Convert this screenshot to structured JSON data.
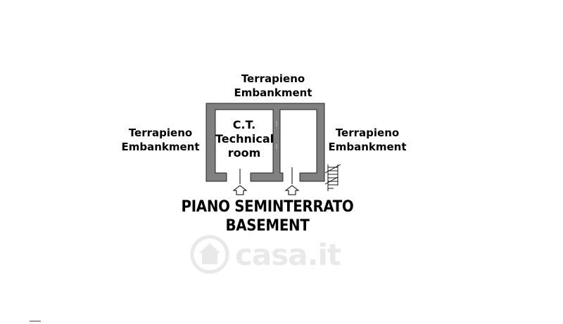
{
  "embankment_top": {
    "line1": "Terrapieno",
    "line2": "Embankment"
  },
  "embankment_left": {
    "line1": "Terrapieno",
    "line2": "Embankment"
  },
  "embankment_right": {
    "line1": "Terrapieno",
    "line2": "Embankment"
  },
  "technical_room": {
    "line1": "C.T.",
    "line2": "Technical",
    "line3": "room"
  },
  "floor_title": {
    "line1": "PIANO SEMINTERRATO",
    "line2": "BASEMENT"
  },
  "watermark": {
    "text": "casa.it"
  },
  "colors": {
    "wall": "#808080",
    "ink": "#000000",
    "watermark": "#7a7a7a"
  }
}
